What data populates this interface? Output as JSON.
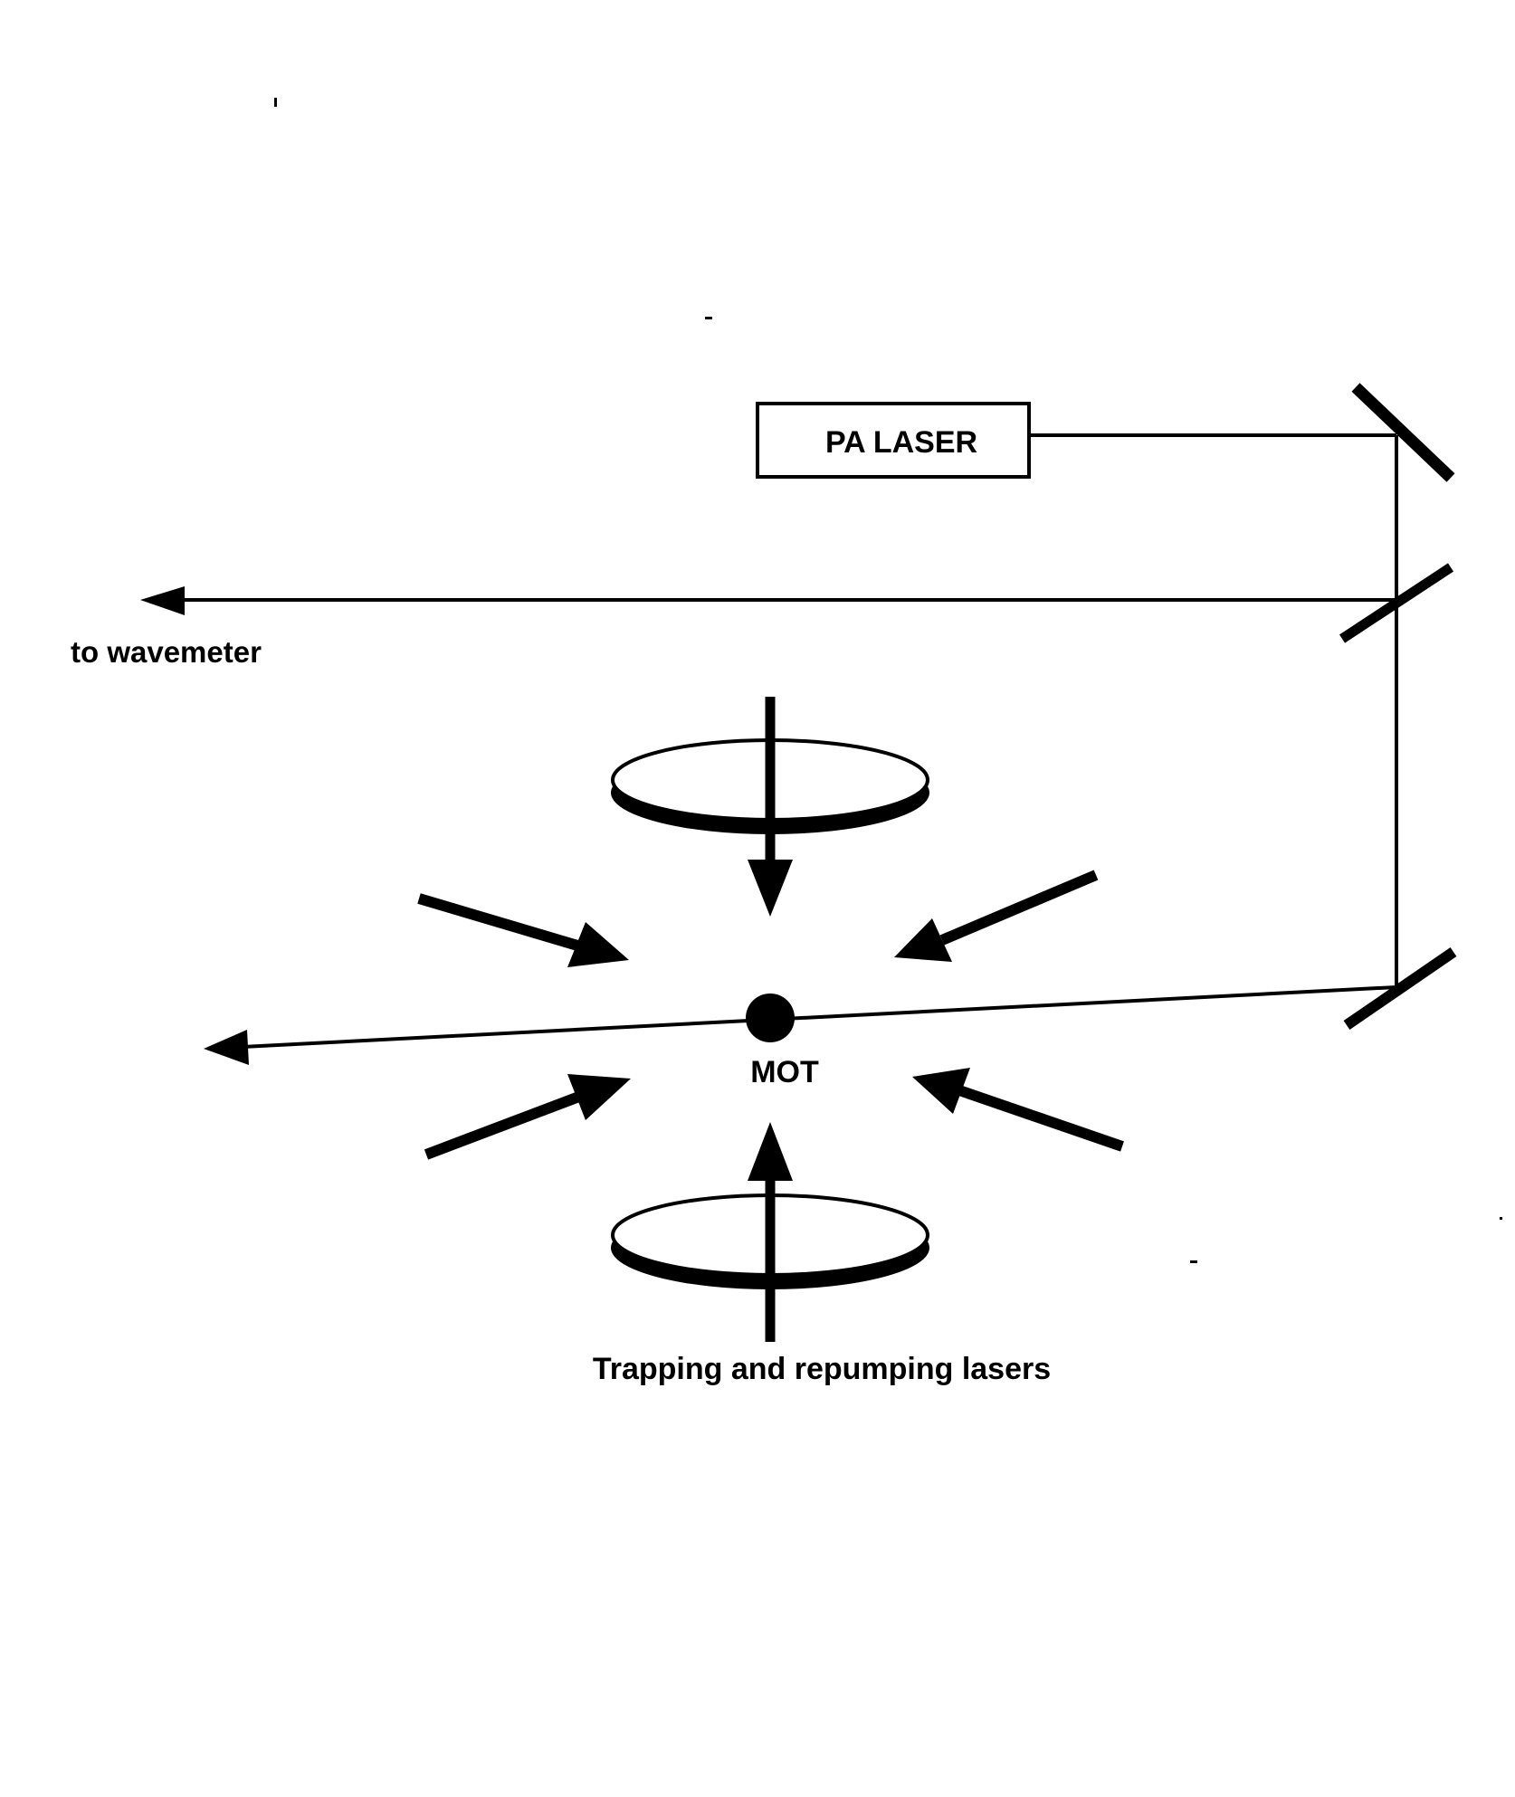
{
  "labels": {
    "laser": "PA LASER",
    "wavemeter": "to wavemeter",
    "mot": "MOT",
    "trapping": "Trapping and repumping lasers"
  },
  "colors": {
    "ink": "#000000",
    "background": "#ffffff"
  }
}
